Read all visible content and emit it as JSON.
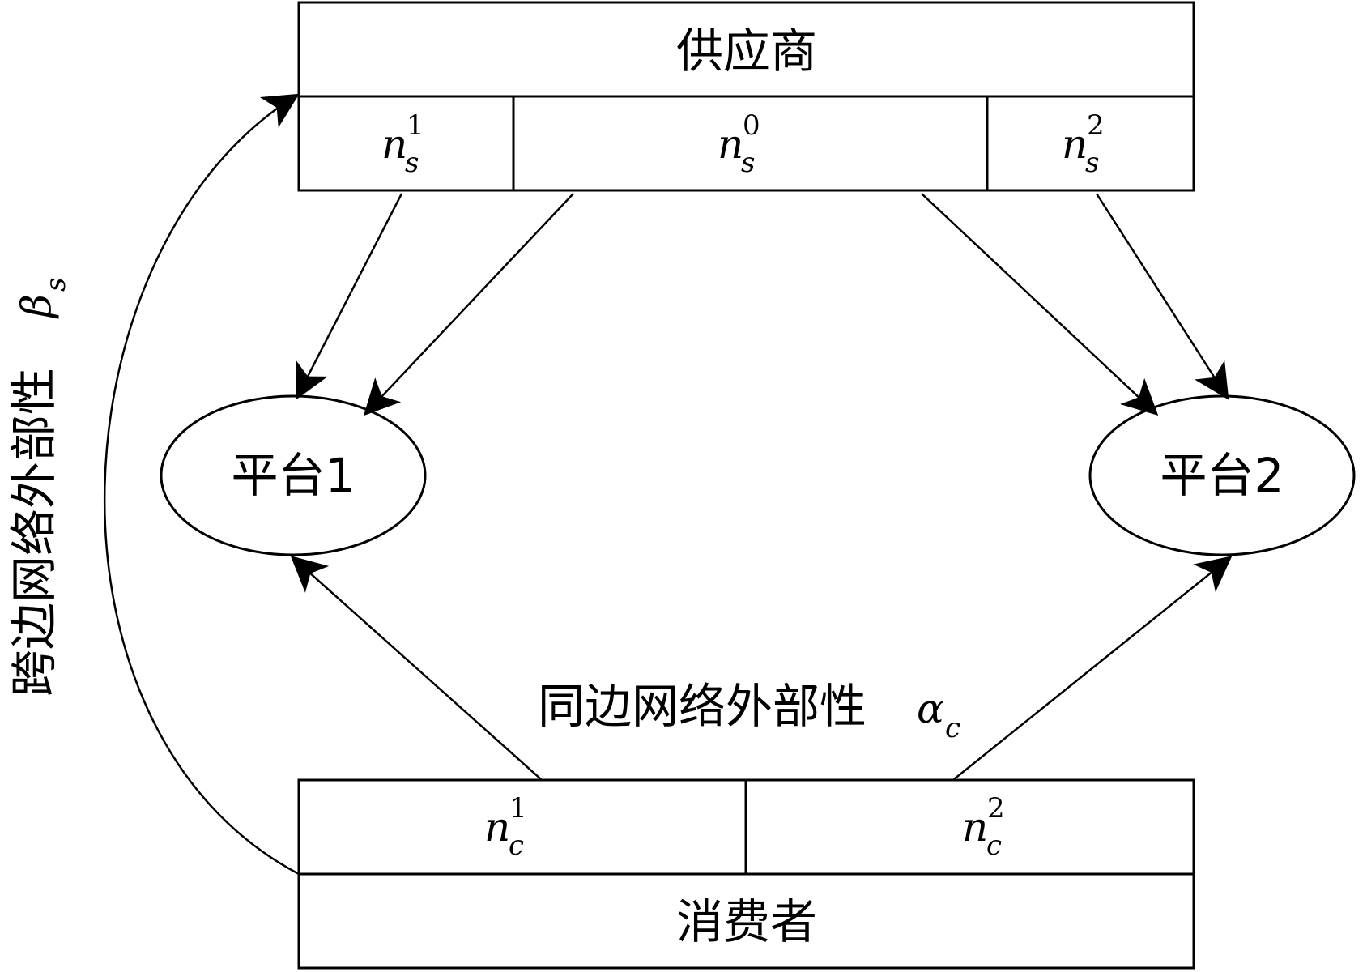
{
  "supplier": {
    "label": "供应商",
    "segments": [
      {
        "base": "n",
        "sup": "1",
        "sub": "s"
      },
      {
        "base": "n",
        "sup": "0",
        "sub": "s"
      },
      {
        "base": "n",
        "sup": "2",
        "sub": "s"
      }
    ]
  },
  "consumer": {
    "label": "消费者",
    "segments": [
      {
        "base": "n",
        "sup": "1",
        "sub": "c"
      },
      {
        "base": "n",
        "sup": "2",
        "sub": "c"
      }
    ]
  },
  "platforms": [
    {
      "label": "平台1"
    },
    {
      "label": "平台2"
    }
  ],
  "same_side": {
    "text": "同边网络外部性",
    "symbol": "α",
    "sub": "c"
  },
  "cross_side": {
    "text": "跨边网络外部性",
    "symbol": "β",
    "sub": "s"
  }
}
